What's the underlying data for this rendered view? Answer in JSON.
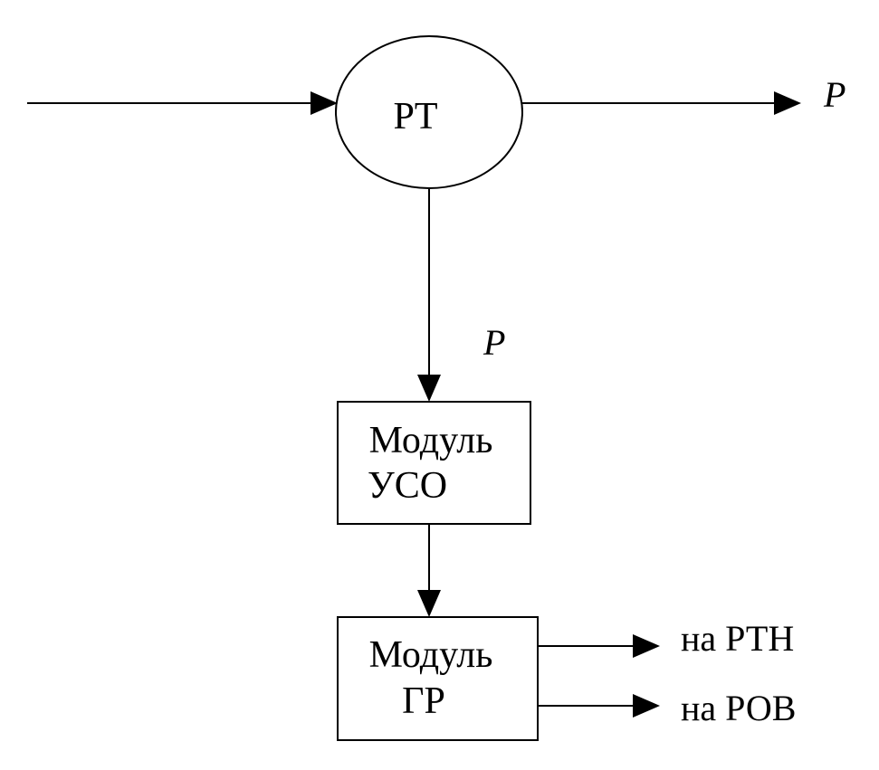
{
  "nodes": {
    "pt": {
      "label": "PT"
    },
    "uso_module": {
      "line1": "Модуль",
      "line2": "УСО"
    },
    "gr_module": {
      "line1": "Модуль",
      "line2": "ГР"
    }
  },
  "signals": {
    "right_output": "P",
    "down_output": "P"
  },
  "outputs": {
    "to_rtn": "на РТН",
    "to_rov": "на РОВ"
  },
  "colors": {
    "line": "#000000",
    "background": "#ffffff"
  }
}
